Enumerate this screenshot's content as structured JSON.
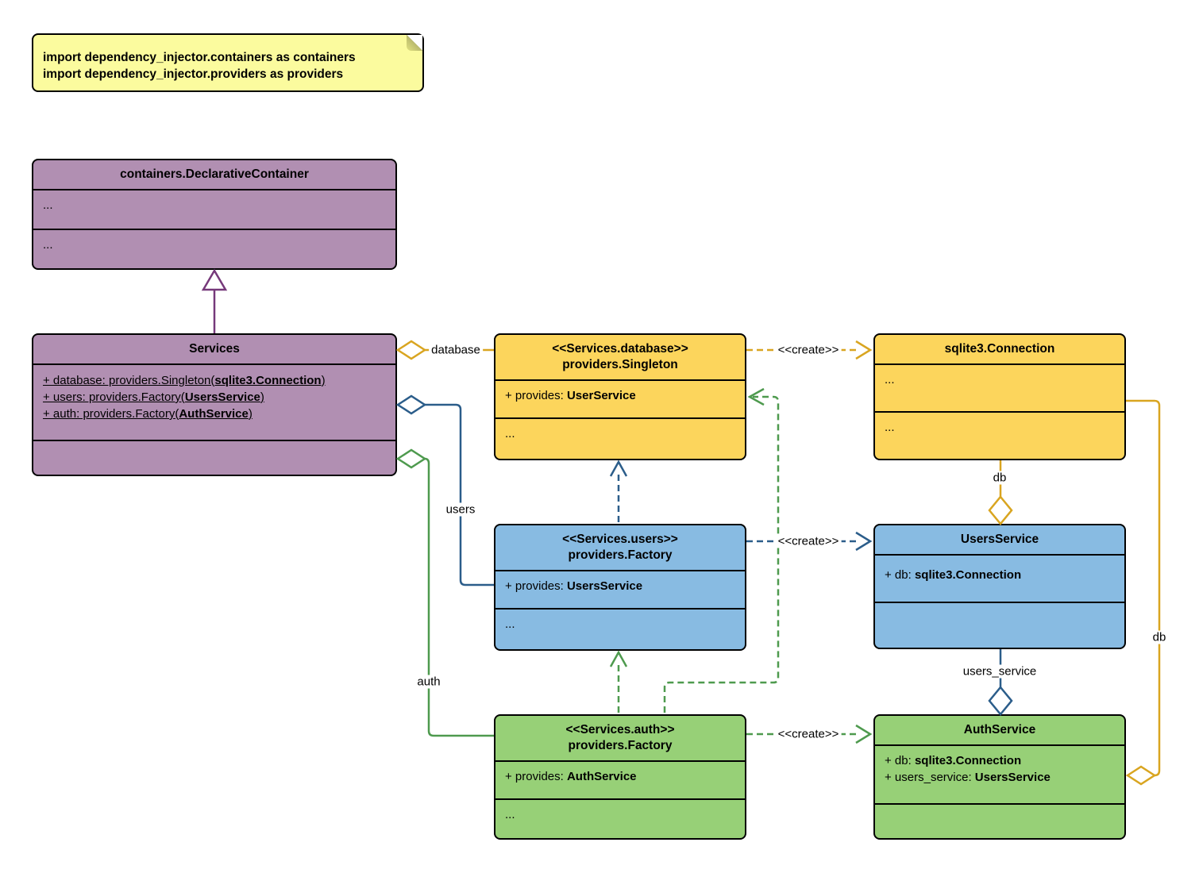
{
  "note": {
    "line1": "import dependency_injector.containers as containers",
    "line2": "import dependency_injector.providers as providers"
  },
  "classes": {
    "declarative_container": {
      "title": "containers.DeclarativeContainer",
      "section1": "...",
      "section2": "..."
    },
    "services": {
      "title": "Services",
      "attrs": [
        {
          "pre": "+ database: providers.Singleton(",
          "bold": "sqlite3.Connection",
          "post": ")"
        },
        {
          "pre": "+ users: providers.Factory(",
          "bold": "UsersService",
          "post": ")"
        },
        {
          "pre": "+ auth: providers.Factory(",
          "bold": "AuthService",
          "post": ")"
        }
      ]
    },
    "database_singleton": {
      "stereotype": "<<Services.database>>",
      "title": "providers.Singleton",
      "provides": {
        "pre": "+ provides: ",
        "bold": "UserService"
      },
      "more": "..."
    },
    "sqlite_connection": {
      "title": "sqlite3.Connection",
      "section1": "...",
      "section2": "..."
    },
    "users_factory": {
      "stereotype": "<<Services.users>>",
      "title": "providers.Factory",
      "provides": {
        "pre": "+ provides: ",
        "bold": "UsersService"
      },
      "more": "..."
    },
    "users_service": {
      "title": "UsersService",
      "attr": {
        "pre": "+ db: ",
        "bold": "sqlite3.Connection"
      }
    },
    "auth_factory": {
      "stereotype": "<<Services.auth>>",
      "title": "providers.Factory",
      "provides": {
        "pre": "+ provides: ",
        "bold": "AuthService"
      },
      "more": "..."
    },
    "auth_service": {
      "title": "AuthService",
      "attrs": [
        {
          "pre": "+ db: ",
          "bold": "sqlite3.Connection"
        },
        {
          "pre": "+ users_service: ",
          "bold": "UsersService"
        }
      ]
    }
  },
  "edges": {
    "database_label": "database",
    "users_label": "users",
    "auth_label": "auth",
    "db_label": "db",
    "db_right_label": "db",
    "users_service_label": "users_service",
    "create_db": "<<create>>",
    "create_users": "<<create>>",
    "create_auth": "<<create>>"
  },
  "colors": {
    "purple_fill": "#B18FB2",
    "purple_line": "#76397A",
    "yellow_fill": "#FCD55C",
    "yellow_line": "#D9A520",
    "blue_fill": "#88BBE2",
    "blue_line": "#2B5D8A",
    "green_fill": "#97D077",
    "green_line": "#4E9A4E",
    "note_fill": "#FBFB9E"
  }
}
